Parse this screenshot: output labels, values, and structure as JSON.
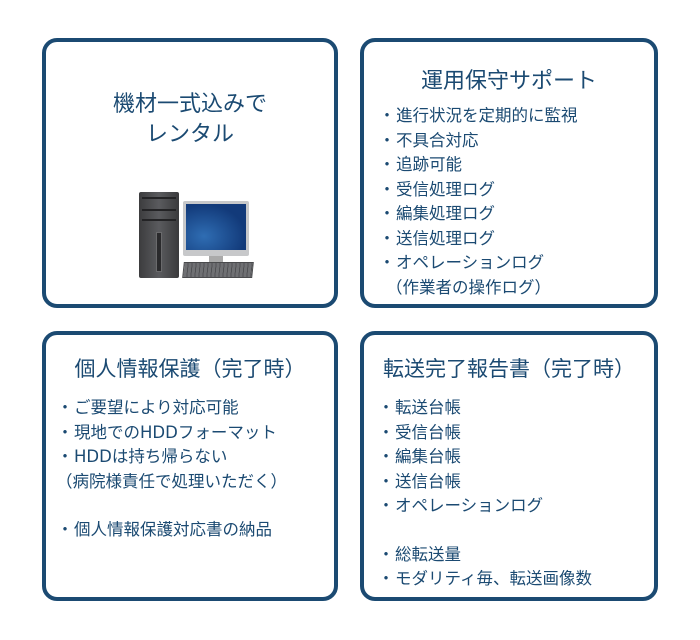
{
  "colors": {
    "accent": "#1b4a72",
    "background": "#ffffff"
  },
  "boxes": {
    "rental": {
      "title_line1": "機材一式込みで",
      "title_line2": "レンタル",
      "image": "desktop-computer-icon"
    },
    "support": {
      "title": "運用保守サポート",
      "items": [
        "進行状況を定期的に監視",
        "不具合対応",
        "追跡可能",
        "受信処理ログ",
        "編集処理ログ",
        "送信処理ログ",
        "オペレーションログ"
      ],
      "note": "（作業者の操作ログ）"
    },
    "privacy": {
      "title": "個人情報保護（完了時）",
      "items": [
        "ご要望により対応可能",
        "現地でのHDDフォーマット",
        "HDDは持ち帰らない"
      ],
      "note": "（病院様責任で処理いただく）",
      "items2": [
        "個人情報保護対応書の納品"
      ]
    },
    "report": {
      "title": "転送完了報告書（完了時）",
      "items": [
        "転送台帳",
        "受信台帳",
        "編集台帳",
        "送信台帳",
        "オペレーションログ"
      ],
      "items2": [
        "総転送量",
        "モダリティ毎、転送画像数"
      ]
    },
    "bullet": "・"
  }
}
